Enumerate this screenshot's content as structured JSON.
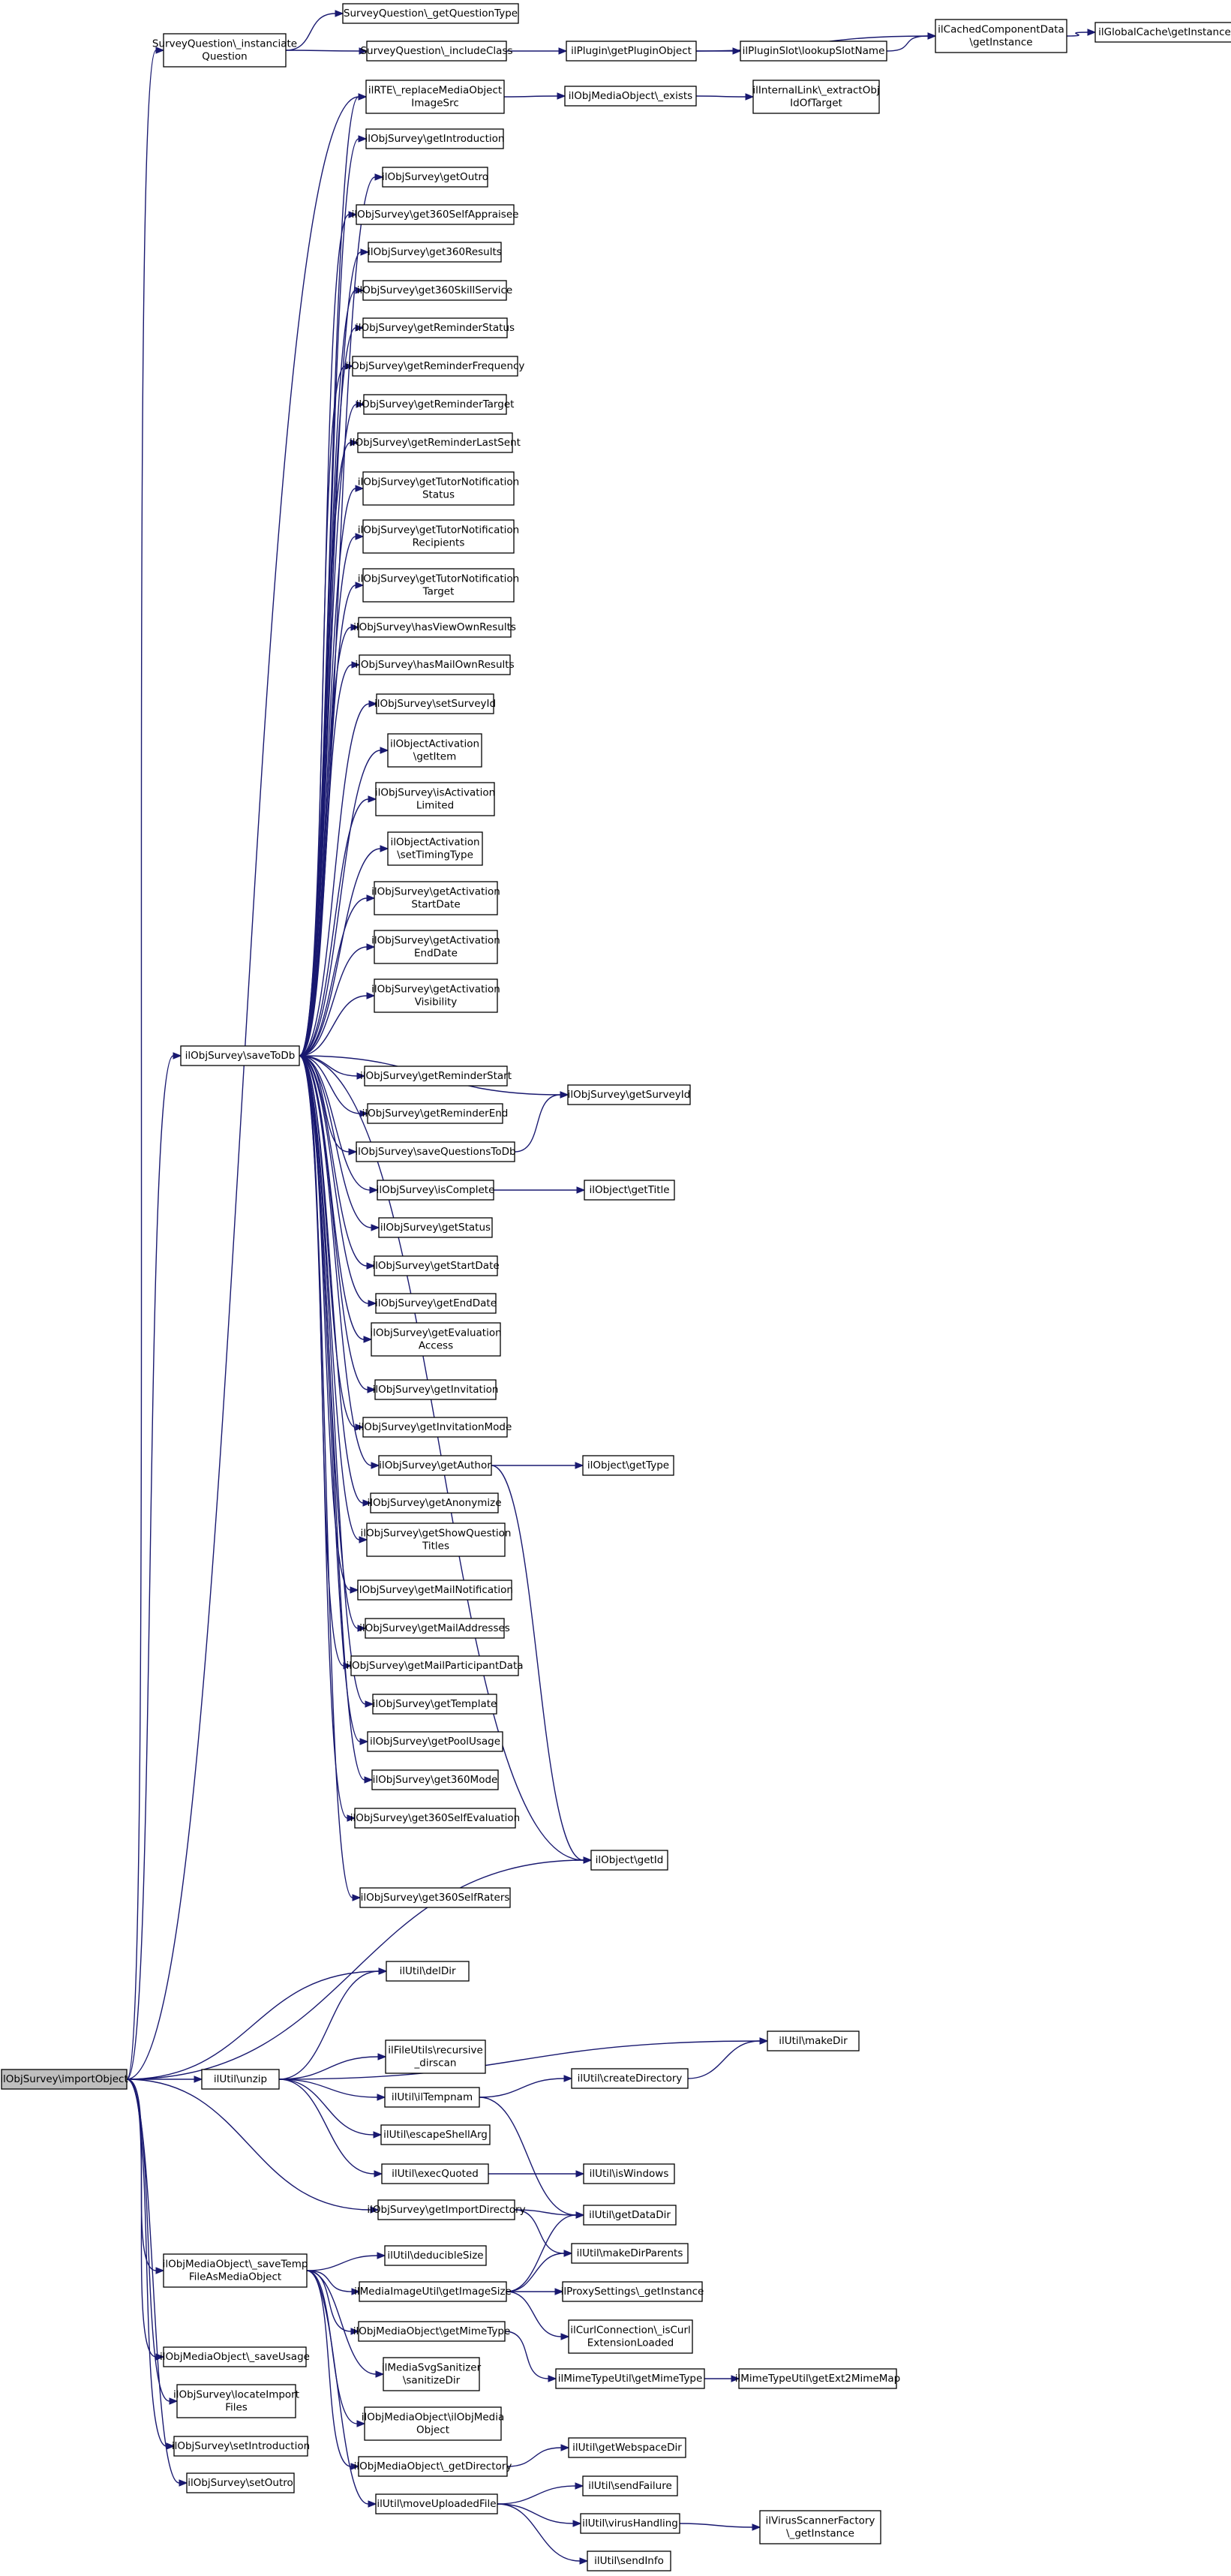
{
  "diagram": {
    "type": "call-graph",
    "root": "import_object",
    "nodes": [
      {
        "id": "import_object",
        "lines": [
          "ilObjSurvey\\importObject"
        ]
      },
      {
        "id": "instanciate_question",
        "lines": [
          "SurveyQuestion\\_instanciate",
          "Question"
        ]
      },
      {
        "id": "get_question_type",
        "lines": [
          "SurveyQuestion\\_getQuestionType"
        ]
      },
      {
        "id": "include_class",
        "lines": [
          "SurveyQuestion\\_includeClass"
        ]
      },
      {
        "id": "get_plugin_object",
        "lines": [
          "ilPlugin\\getPluginObject"
        ]
      },
      {
        "id": "lookup_slot_name",
        "lines": [
          "ilPluginSlot\\lookupSlotName"
        ]
      },
      {
        "id": "cached_component_data",
        "lines": [
          "ilCachedComponentData",
          "\\getInstance"
        ]
      },
      {
        "id": "global_cache",
        "lines": [
          "ilGlobalCache\\getInstance"
        ]
      },
      {
        "id": "replace_media_object",
        "lines": [
          "ilRTE\\_replaceMediaObject",
          "ImageSrc"
        ]
      },
      {
        "id": "media_object_exists",
        "lines": [
          "ilObjMediaObject\\_exists"
        ]
      },
      {
        "id": "extract_obj_id",
        "lines": [
          "ilInternalLink\\_extractObj",
          "IdOfTarget"
        ]
      },
      {
        "id": "get_introduction",
        "lines": [
          "ilObjSurvey\\getIntroduction"
        ]
      },
      {
        "id": "get_outro",
        "lines": [
          "ilObjSurvey\\getOutro"
        ]
      },
      {
        "id": "get_360_self_appraisee",
        "lines": [
          "ilObjSurvey\\get360SelfAppraisee"
        ]
      },
      {
        "id": "get_360_results",
        "lines": [
          "ilObjSurvey\\get360Results"
        ]
      },
      {
        "id": "get_360_skill_service",
        "lines": [
          "ilObjSurvey\\get360SkillService"
        ]
      },
      {
        "id": "get_reminder_status",
        "lines": [
          "ilObjSurvey\\getReminderStatus"
        ]
      },
      {
        "id": "get_reminder_frequency",
        "lines": [
          "ilObjSurvey\\getReminderFrequency"
        ]
      },
      {
        "id": "get_reminder_target",
        "lines": [
          "ilObjSurvey\\getReminderTarget"
        ]
      },
      {
        "id": "get_reminder_last_sent",
        "lines": [
          "ilObjSurvey\\getReminderLastSent"
        ]
      },
      {
        "id": "get_tutor_notification_status",
        "lines": [
          "ilObjSurvey\\getTutorNotification",
          "Status"
        ]
      },
      {
        "id": "get_tutor_notification_recipients",
        "lines": [
          "ilObjSurvey\\getTutorNotification",
          "Recipients"
        ]
      },
      {
        "id": "get_tutor_notification_target",
        "lines": [
          "ilObjSurvey\\getTutorNotification",
          "Target"
        ]
      },
      {
        "id": "has_view_own_results",
        "lines": [
          "ilObjSurvey\\hasViewOwnResults"
        ]
      },
      {
        "id": "has_mail_own_results",
        "lines": [
          "ilObjSurvey\\hasMailOwnResults"
        ]
      },
      {
        "id": "set_survey_id",
        "lines": [
          "ilObjSurvey\\setSurveyId"
        ]
      },
      {
        "id": "activation_get_item",
        "lines": [
          "ilObjectActivation",
          "\\getItem"
        ]
      },
      {
        "id": "is_activation_limited",
        "lines": [
          "ilObjSurvey\\isActivation",
          "Limited"
        ]
      },
      {
        "id": "activation_set_timing_type",
        "lines": [
          "ilObjectActivation",
          "\\setTimingType"
        ]
      },
      {
        "id": "get_activation_start_date",
        "lines": [
          "ilObjSurvey\\getActivation",
          "StartDate"
        ]
      },
      {
        "id": "get_activation_end_date",
        "lines": [
          "ilObjSurvey\\getActivation",
          "EndDate"
        ]
      },
      {
        "id": "get_activation_visibility",
        "lines": [
          "ilObjSurvey\\getActivation",
          "Visibility"
        ]
      },
      {
        "id": "save_to_db",
        "lines": [
          "ilObjSurvey\\saveToDb"
        ]
      },
      {
        "id": "get_reminder_start",
        "lines": [
          "ilObjSurvey\\getReminderStart"
        ]
      },
      {
        "id": "get_survey_id",
        "lines": [
          "ilObjSurvey\\getSurveyId"
        ]
      },
      {
        "id": "get_reminder_end",
        "lines": [
          "ilObjSurvey\\getReminderEnd"
        ]
      },
      {
        "id": "save_questions_to_db",
        "lines": [
          "ilObjSurvey\\saveQuestionsToDb"
        ]
      },
      {
        "id": "is_complete",
        "lines": [
          "ilObjSurvey\\isComplete"
        ]
      },
      {
        "id": "object_get_title",
        "lines": [
          "ilObject\\getTitle"
        ]
      },
      {
        "id": "get_status",
        "lines": [
          "ilObjSurvey\\getStatus"
        ]
      },
      {
        "id": "get_start_date",
        "lines": [
          "ilObjSurvey\\getStartDate"
        ]
      },
      {
        "id": "get_end_date",
        "lines": [
          "ilObjSurvey\\getEndDate"
        ]
      },
      {
        "id": "get_evaluation_access",
        "lines": [
          "ilObjSurvey\\getEvaluation",
          "Access"
        ]
      },
      {
        "id": "get_invitation",
        "lines": [
          "ilObjSurvey\\getInvitation"
        ]
      },
      {
        "id": "get_invitation_mode",
        "lines": [
          "ilObjSurvey\\getInvitationMode"
        ]
      },
      {
        "id": "get_author",
        "lines": [
          "ilObjSurvey\\getAuthor"
        ]
      },
      {
        "id": "object_get_type",
        "lines": [
          "ilObject\\getType"
        ]
      },
      {
        "id": "get_anonymize",
        "lines": [
          "ilObjSurvey\\getAnonymize"
        ]
      },
      {
        "id": "get_show_question_titles",
        "lines": [
          "ilObjSurvey\\getShowQuestion",
          "Titles"
        ]
      },
      {
        "id": "get_mail_notification",
        "lines": [
          "ilObjSurvey\\getMailNotification"
        ]
      },
      {
        "id": "get_mail_addresses",
        "lines": [
          "ilObjSurvey\\getMailAddresses"
        ]
      },
      {
        "id": "get_mail_participant_data",
        "lines": [
          "ilObjSurvey\\getMailParticipantData"
        ]
      },
      {
        "id": "get_template",
        "lines": [
          "ilObjSurvey\\getTemplate"
        ]
      },
      {
        "id": "get_pool_usage",
        "lines": [
          "ilObjSurvey\\getPoolUsage"
        ]
      },
      {
        "id": "get_360_mode",
        "lines": [
          "ilObjSurvey\\get360Mode"
        ]
      },
      {
        "id": "get_360_self_evaluation",
        "lines": [
          "ilObjSurvey\\get360SelfEvaluation"
        ]
      },
      {
        "id": "object_get_id",
        "lines": [
          "ilObject\\getId"
        ]
      },
      {
        "id": "get_360_self_raters",
        "lines": [
          "ilObjSurvey\\get360SelfRaters"
        ]
      },
      {
        "id": "util_del_dir",
        "lines": [
          "ilUtil\\delDir"
        ]
      },
      {
        "id": "util_unzip",
        "lines": [
          "ilUtil\\unzip"
        ]
      },
      {
        "id": "util_make_dir",
        "lines": [
          "ilUtil\\makeDir"
        ]
      },
      {
        "id": "recursive_dirscan",
        "lines": [
          "ilFileUtils\\recursive",
          "_dirscan"
        ]
      },
      {
        "id": "util_il_tempnam",
        "lines": [
          "ilUtil\\ilTempnam"
        ]
      },
      {
        "id": "util_create_directory",
        "lines": [
          "ilUtil\\createDirectory"
        ]
      },
      {
        "id": "util_escape_shell_arg",
        "lines": [
          "ilUtil\\escapeShellArg"
        ]
      },
      {
        "id": "util_exec_quoted",
        "lines": [
          "ilUtil\\execQuoted"
        ]
      },
      {
        "id": "util_is_windows",
        "lines": [
          "ilUtil\\isWindows"
        ]
      },
      {
        "id": "get_import_directory",
        "lines": [
          "ilObjSurvey\\getImportDirectory"
        ]
      },
      {
        "id": "util_get_data_dir",
        "lines": [
          "ilUtil\\getDataDir"
        ]
      },
      {
        "id": "save_temp_file_as_media_object",
        "lines": [
          "ilObjMediaObject\\_saveTemp",
          "FileAsMediaObject"
        ]
      },
      {
        "id": "util_deducible_size",
        "lines": [
          "ilUtil\\deducibleSize"
        ]
      },
      {
        "id": "util_make_dir_parents",
        "lines": [
          "ilUtil\\makeDirParents"
        ]
      },
      {
        "id": "media_image_get_image_size",
        "lines": [
          "ilMediaImageUtil\\getImageSize"
        ]
      },
      {
        "id": "proxy_settings_get_instance",
        "lines": [
          "ilProxySettings\\_getInstance"
        ]
      },
      {
        "id": "media_object_get_mime_type",
        "lines": [
          "ilObjMediaObject\\getMimeType"
        ]
      },
      {
        "id": "curl_extension_loaded",
        "lines": [
          "ilCurlConnection\\_isCurl",
          "ExtensionLoaded"
        ]
      },
      {
        "id": "svg_sanitize_dir",
        "lines": [
          "ilMediaSvgSanitizer",
          "\\sanitizeDir"
        ]
      },
      {
        "id": "mime_type_util_get_mime_type",
        "lines": [
          "ilMimeTypeUtil\\getMimeType"
        ]
      },
      {
        "id": "mime_type_util_get_ext2_mime_map",
        "lines": [
          "ilMimeTypeUtil\\getExt2MimeMap"
        ]
      },
      {
        "id": "save_usage",
        "lines": [
          "ilObjMediaObject\\_saveUsage"
        ]
      },
      {
        "id": "media_object_constructor",
        "lines": [
          "ilObjMediaObject\\ilObjMedia",
          "Object"
        ]
      },
      {
        "id": "locate_import_files",
        "lines": [
          "ilObjSurvey\\locateImport",
          "Files"
        ]
      },
      {
        "id": "set_introduction",
        "lines": [
          "ilObjSurvey\\setIntroduction"
        ]
      },
      {
        "id": "media_object_get_directory",
        "lines": [
          "ilObjMediaObject\\_getDirectory"
        ]
      },
      {
        "id": "util_get_webspace_dir",
        "lines": [
          "ilUtil\\getWebspaceDir"
        ]
      },
      {
        "id": "set_outro",
        "lines": [
          "ilObjSurvey\\setOutro"
        ]
      },
      {
        "id": "util_send_failure",
        "lines": [
          "ilUtil\\sendFailure"
        ]
      },
      {
        "id": "util_move_uploaded_file",
        "lines": [
          "ilUtil\\moveUploadedFile"
        ]
      },
      {
        "id": "util_virus_handling",
        "lines": [
          "ilUtil\\virusHandling"
        ]
      },
      {
        "id": "virus_scanner_factory_get_instance",
        "lines": [
          "ilVirusScannerFactory",
          "\\_getInstance"
        ]
      },
      {
        "id": "util_send_info",
        "lines": [
          "ilUtil\\sendInfo"
        ]
      }
    ],
    "edges": [
      [
        "import_object",
        "instanciate_question"
      ],
      [
        "instanciate_question",
        "get_question_type"
      ],
      [
        "instanciate_question",
        "include_class"
      ],
      [
        "include_class",
        "get_plugin_object"
      ],
      [
        "get_plugin_object",
        "lookup_slot_name"
      ],
      [
        "get_plugin_object",
        "cached_component_data"
      ],
      [
        "lookup_slot_name",
        "cached_component_data"
      ],
      [
        "cached_component_data",
        "global_cache"
      ],
      [
        "import_object",
        "replace_media_object"
      ],
      [
        "replace_media_object",
        "media_object_exists"
      ],
      [
        "media_object_exists",
        "extract_obj_id"
      ],
      [
        "import_object",
        "save_to_db"
      ],
      [
        "save_to_db",
        "replace_media_object"
      ],
      [
        "save_to_db",
        "get_introduction"
      ],
      [
        "save_to_db",
        "get_outro"
      ],
      [
        "save_to_db",
        "get_360_self_appraisee"
      ],
      [
        "save_to_db",
        "get_360_results"
      ],
      [
        "save_to_db",
        "get_360_skill_service"
      ],
      [
        "save_to_db",
        "get_reminder_status"
      ],
      [
        "save_to_db",
        "get_reminder_frequency"
      ],
      [
        "save_to_db",
        "get_reminder_target"
      ],
      [
        "save_to_db",
        "get_reminder_last_sent"
      ],
      [
        "save_to_db",
        "get_tutor_notification_status"
      ],
      [
        "save_to_db",
        "get_tutor_notification_recipients"
      ],
      [
        "save_to_db",
        "get_tutor_notification_target"
      ],
      [
        "save_to_db",
        "has_view_own_results"
      ],
      [
        "save_to_db",
        "has_mail_own_results"
      ],
      [
        "save_to_db",
        "set_survey_id"
      ],
      [
        "save_to_db",
        "activation_get_item"
      ],
      [
        "save_to_db",
        "is_activation_limited"
      ],
      [
        "save_to_db",
        "activation_set_timing_type"
      ],
      [
        "save_to_db",
        "get_activation_start_date"
      ],
      [
        "save_to_db",
        "get_activation_end_date"
      ],
      [
        "save_to_db",
        "get_activation_visibility"
      ],
      [
        "save_to_db",
        "get_survey_id"
      ],
      [
        "save_to_db",
        "get_reminder_start"
      ],
      [
        "save_to_db",
        "get_reminder_end"
      ],
      [
        "save_to_db",
        "save_questions_to_db"
      ],
      [
        "save_questions_to_db",
        "get_survey_id"
      ],
      [
        "save_to_db",
        "is_complete"
      ],
      [
        "is_complete",
        "object_get_title"
      ],
      [
        "save_to_db",
        "get_status"
      ],
      [
        "save_to_db",
        "get_start_date"
      ],
      [
        "save_to_db",
        "get_end_date"
      ],
      [
        "save_to_db",
        "get_evaluation_access"
      ],
      [
        "save_to_db",
        "get_invitation"
      ],
      [
        "save_to_db",
        "get_invitation_mode"
      ],
      [
        "save_to_db",
        "get_author"
      ],
      [
        "get_author",
        "object_get_type"
      ],
      [
        "get_author",
        "object_get_id"
      ],
      [
        "save_to_db",
        "get_anonymize"
      ],
      [
        "save_to_db",
        "get_show_question_titles"
      ],
      [
        "save_to_db",
        "get_mail_notification"
      ],
      [
        "save_to_db",
        "get_mail_addresses"
      ],
      [
        "save_to_db",
        "get_mail_participant_data"
      ],
      [
        "save_to_db",
        "get_template"
      ],
      [
        "save_to_db",
        "get_pool_usage"
      ],
      [
        "save_to_db",
        "get_360_mode"
      ],
      [
        "save_to_db",
        "get_360_self_evaluation"
      ],
      [
        "save_to_db",
        "object_get_id"
      ],
      [
        "save_to_db",
        "get_360_self_raters"
      ],
      [
        "import_object",
        "object_get_id"
      ],
      [
        "import_object",
        "util_del_dir"
      ],
      [
        "import_object",
        "util_unzip"
      ],
      [
        "util_unzip",
        "util_del_dir"
      ],
      [
        "util_unzip",
        "util_make_dir"
      ],
      [
        "util_unzip",
        "recursive_dirscan"
      ],
      [
        "util_unzip",
        "util_il_tempnam"
      ],
      [
        "util_unzip",
        "util_escape_shell_arg"
      ],
      [
        "util_unzip",
        "util_exec_quoted"
      ],
      [
        "util_il_tempnam",
        "util_create_directory"
      ],
      [
        "util_il_tempnam",
        "util_get_data_dir"
      ],
      [
        "util_create_directory",
        "util_make_dir"
      ],
      [
        "util_exec_quoted",
        "util_is_windows"
      ],
      [
        "import_object",
        "get_import_directory"
      ],
      [
        "get_import_directory",
        "util_get_data_dir"
      ],
      [
        "get_import_directory",
        "util_make_dir_parents"
      ],
      [
        "import_object",
        "save_temp_file_as_media_object"
      ],
      [
        "save_temp_file_as_media_object",
        "util_deducible_size"
      ],
      [
        "save_temp_file_as_media_object",
        "media_image_get_image_size"
      ],
      [
        "save_temp_file_as_media_object",
        "media_object_get_mime_type"
      ],
      [
        "save_temp_file_as_media_object",
        "svg_sanitize_dir"
      ],
      [
        "save_temp_file_as_media_object",
        "media_object_constructor"
      ],
      [
        "save_temp_file_as_media_object",
        "media_object_get_directory"
      ],
      [
        "save_temp_file_as_media_object",
        "util_move_uploaded_file"
      ],
      [
        "media_image_get_image_size",
        "util_get_data_dir"
      ],
      [
        "media_image_get_image_size",
        "util_make_dir_parents"
      ],
      [
        "media_image_get_image_size",
        "proxy_settings_get_instance"
      ],
      [
        "media_image_get_image_size",
        "curl_extension_loaded"
      ],
      [
        "media_object_get_mime_type",
        "mime_type_util_get_mime_type"
      ],
      [
        "mime_type_util_get_mime_type",
        "mime_type_util_get_ext2_mime_map"
      ],
      [
        "media_object_get_directory",
        "util_get_webspace_dir"
      ],
      [
        "import_object",
        "save_usage"
      ],
      [
        "import_object",
        "locate_import_files"
      ],
      [
        "import_object",
        "set_introduction"
      ],
      [
        "import_object",
        "set_outro"
      ],
      [
        "util_move_uploaded_file",
        "util_send_failure"
      ],
      [
        "util_move_uploaded_file",
        "util_virus_handling"
      ],
      [
        "util_move_uploaded_file",
        "util_send_info"
      ],
      [
        "util_virus_handling",
        "virus_scanner_factory_get_instance"
      ]
    ]
  }
}
